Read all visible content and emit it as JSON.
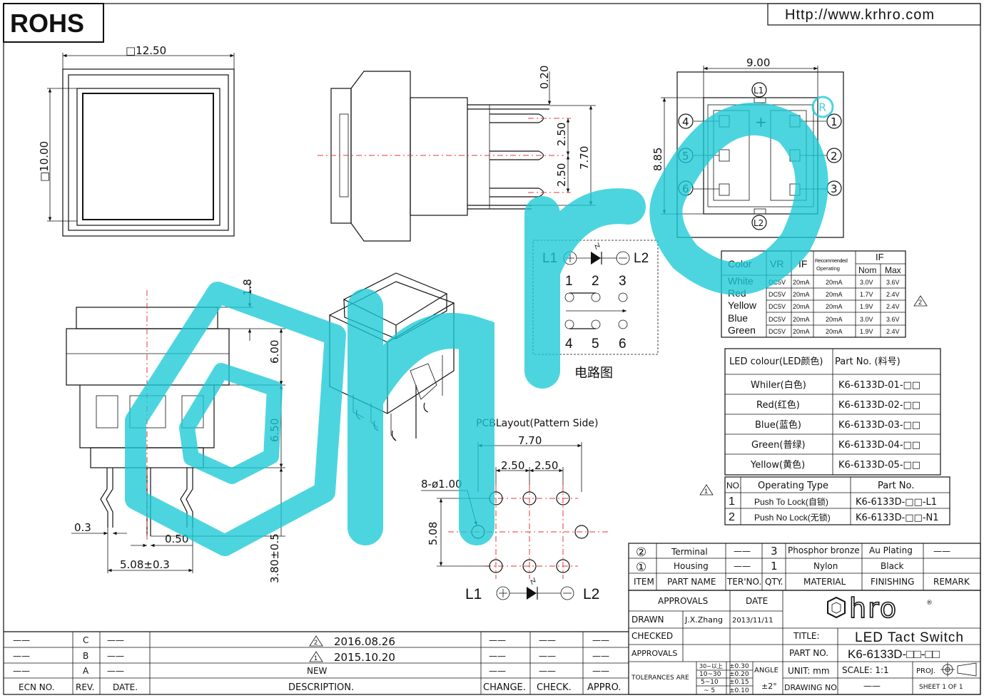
{
  "header": {
    "rohs": "ROHS",
    "url": "Http://www.krhro.com"
  },
  "watermark": {
    "text": "hro",
    "color": "#19c9d6"
  },
  "dims": {
    "top_width": "□12.50",
    "top_height": "□10.00",
    "side_020": "0.20",
    "side_250a": "2.50",
    "side_250b": "2.50",
    "side_770": "7.70",
    "bottom_900": "9.00",
    "bottom_885": "8.85",
    "front_18": "1.8",
    "front_600": "6.00",
    "front_650": "6.50",
    "front_380": "3.80±0.5",
    "front_03": "0.3",
    "front_050": "0.50",
    "front_508": "5.08±0.3"
  },
  "pins": {
    "L1": "L1",
    "L2": "L2",
    "p1": "1",
    "p2": "2",
    "p3": "3",
    "p4": "4",
    "p5": "5",
    "p6": "6",
    "plus": "+"
  },
  "circuit": {
    "L1": "L1",
    "L2": "L2",
    "n1": "1",
    "n2": "2",
    "n3": "3",
    "n4": "4",
    "n5": "5",
    "n6": "6",
    "caption": "电路图"
  },
  "pcb": {
    "title": "PCBLayout(Pattern Side)",
    "d770": "7.70",
    "d250a": "2.50",
    "d250b": "2.50",
    "holes": "8-ø1.00",
    "d508": "5.08",
    "L1": "L1",
    "L2": "L2"
  },
  "color_table": {
    "headers": {
      "color": "Color",
      "vr": "VR",
      "if": "IF",
      "rec1": "Recommended",
      "rec2": "Operating",
      "if2": "IF",
      "nom": "Nom",
      "max": "Max"
    },
    "rows": [
      {
        "color": "White",
        "vr": "DC5V",
        "if": "20mA",
        "rec": "20mA",
        "nom": "3.0V",
        "max": "3.6V"
      },
      {
        "color": "Red",
        "vr": "DC5V",
        "if": "20mA",
        "rec": "20mA",
        "nom": "1.7V",
        "max": "2.4V"
      },
      {
        "color": "Yellow",
        "vr": "DC5V",
        "if": "20mA",
        "rec": "20mA",
        "nom": "1.9V",
        "max": "2.4V"
      },
      {
        "color": "Blue",
        "vr": "DC5V",
        "if": "20mA",
        "rec": "20mA",
        "nom": "3.0V",
        "max": "3.6V"
      },
      {
        "color": "Green",
        "vr": "DC5V",
        "if": "20mA",
        "rec": "20mA",
        "nom": "1.9V",
        "max": "2.4V"
      }
    ],
    "rev_mark": "2"
  },
  "led_table": {
    "header_colour": "LED colour(LED颜色)",
    "header_part": "Part No. (料号)",
    "rows": [
      {
        "colour": "Whiler(白色)",
        "part": "K6-6133D-01-□□"
      },
      {
        "colour": "Red(红色)",
        "part": "K6-6133D-02-□□"
      },
      {
        "colour": "Blue(蓝色)",
        "part": "K6-6133D-03-□□"
      },
      {
        "colour": "Green(普绿)",
        "part": "K6-6133D-04-□□"
      },
      {
        "colour": "Yellow(黄色)",
        "part": "K6-6133D-05-□□"
      }
    ]
  },
  "op_table": {
    "rev_mark": "1",
    "headers": {
      "no": "NO.",
      "type": "Operating Type",
      "part": "Part No."
    },
    "rows": [
      {
        "no": "1",
        "type": "Push To Lock(自锁)",
        "part": "K6-6133D-□□-L1"
      },
      {
        "no": "2",
        "type": "Push No Lock(无锁)",
        "part": "K6-6133D-□□-N1"
      }
    ]
  },
  "bom": {
    "rows": [
      {
        "item": "②",
        "name": "Terminal",
        "dash": "——",
        "qty": "3",
        "material": "Phosphor bronze",
        "finishing": "Au Plating",
        "remark": "——"
      },
      {
        "item": "①",
        "name": "Housing",
        "dash": "——",
        "qty": "1",
        "material": "Nylon",
        "finishing": "Black",
        "remark": ""
      }
    ],
    "headers": {
      "item": "ITEM",
      "name": "PART NAME",
      "terno": "TER'NO.",
      "qty": "QTY.",
      "material": "MATERIAL",
      "finishing": "FINISHING",
      "remark": "REMARK"
    }
  },
  "title_block": {
    "approvals": "APPROVALS",
    "date": "DATE",
    "drawn": "DRAWN",
    "drawn_by": "J.X.Zhang",
    "drawn_date": "2013/11/11",
    "checked": "CHECKED",
    "approvals2": "APPROVALS",
    "tolerances": "TOLERANCES ARE",
    "tol": [
      {
        "range": "30~以上",
        "val": "±0.30"
      },
      {
        "range": "10~30",
        "val": "±0.20"
      },
      {
        "range": "5~10",
        "val": "±0.15"
      },
      {
        "range": "~ 5",
        "val": "±0.10"
      }
    ],
    "angle": "ANGLE",
    "angle_val": "±2°",
    "logo": "hro",
    "title_label": "TITLE:",
    "title": "LED Tact Switch",
    "partno_label": "PART NO.",
    "partno": "K6-6133D-□□-□□",
    "unit": "UNIT: mm",
    "scale": "SCALE:  1:1",
    "proj": "PROJ.",
    "drawing_no": "DRAWING NO.",
    "drawing_no_val": "——",
    "sheet": "SHEET   1  OF  1"
  },
  "revisions": {
    "rows": [
      {
        "ecn": "——",
        "rev": "C",
        "date": "——",
        "mark": "2",
        "desc": "2016.08.26",
        "change": "——",
        "check": "——",
        "appro": "——"
      },
      {
        "ecn": "——",
        "rev": "B",
        "date": "——",
        "mark": "1",
        "desc": "2015.10.20",
        "change": "——",
        "check": "——",
        "appro": "——"
      },
      {
        "ecn": "——",
        "rev": "A",
        "date": "——",
        "mark": "",
        "desc": "NEW",
        "change": "——",
        "check": "——",
        "appro": "——"
      }
    ],
    "headers": {
      "ecn": "ECN  NO.",
      "rev": "REV.",
      "date": "DATE.",
      "desc": "DESCRIPTION.",
      "change": "CHANGE.",
      "check": "CHECK.",
      "appro": "APPRO."
    }
  }
}
